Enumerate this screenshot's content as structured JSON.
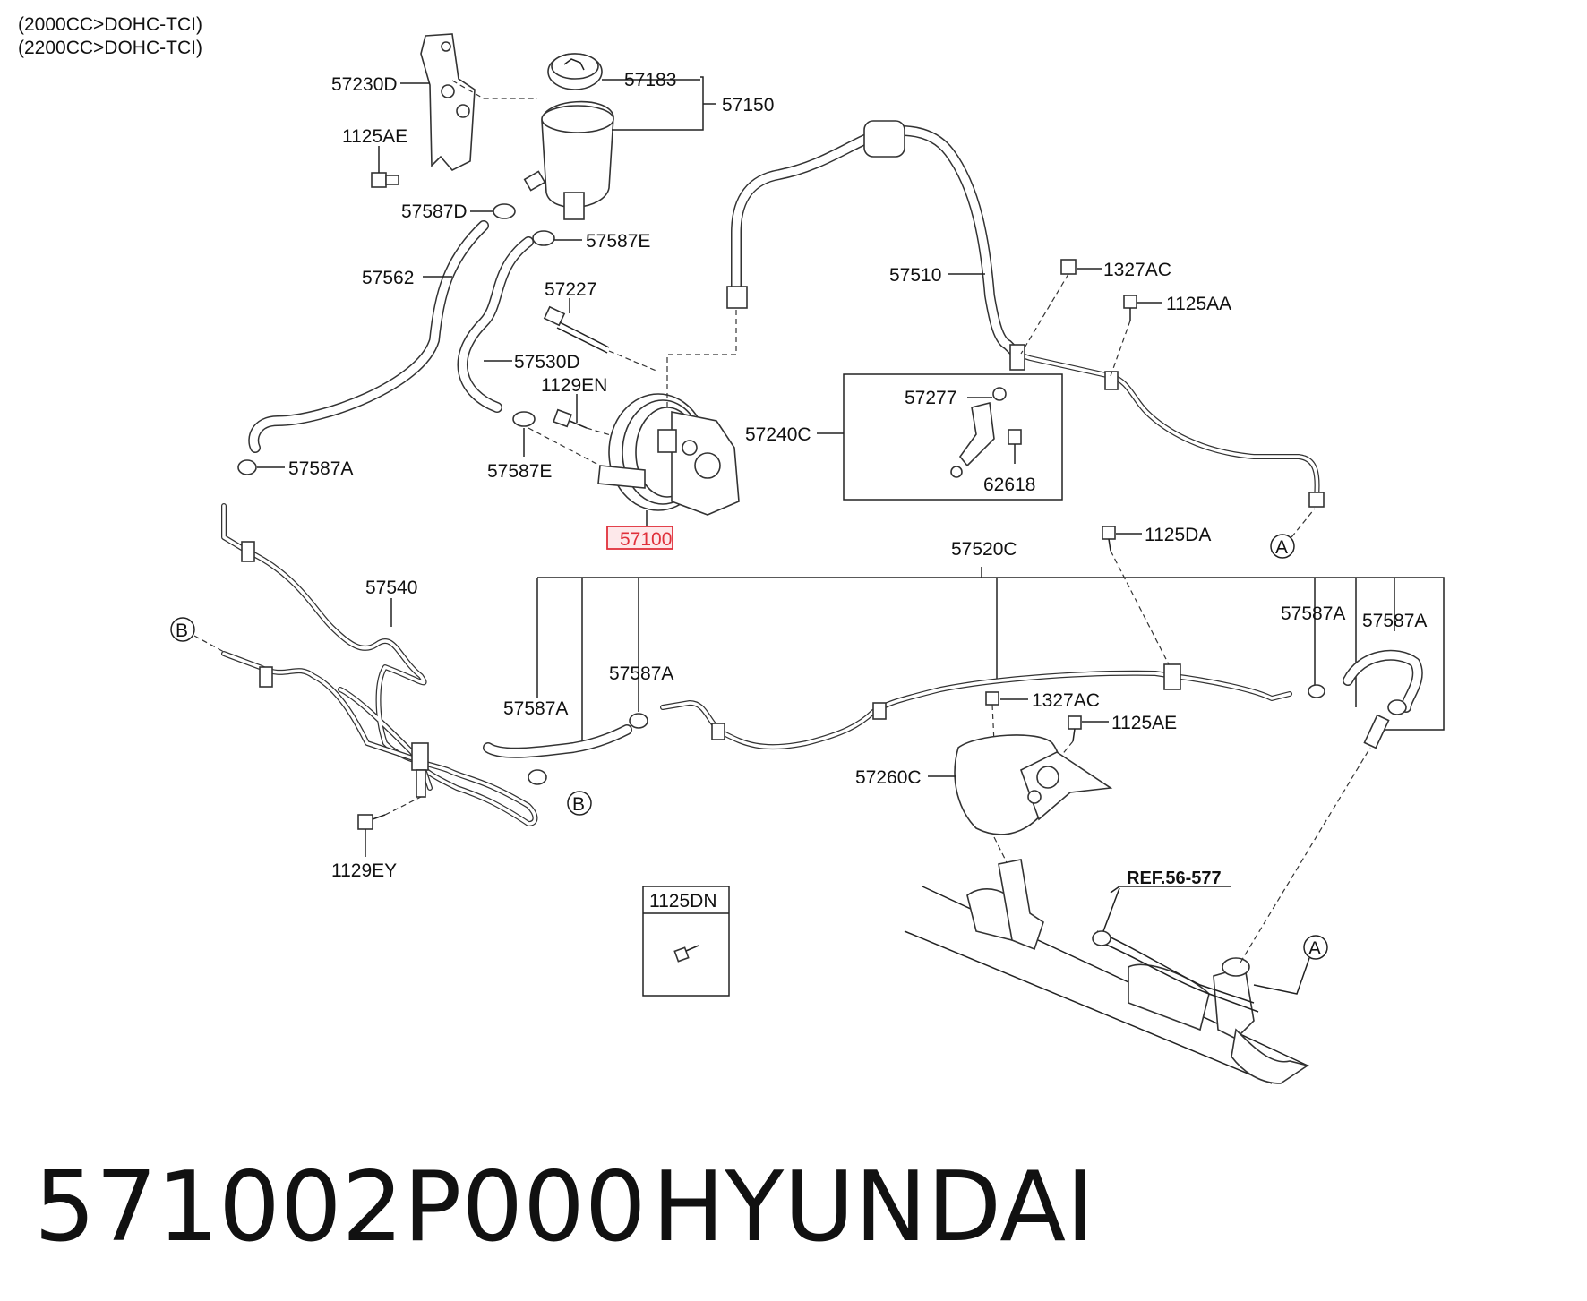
{
  "header": {
    "engine_1": "(2000CC>DOHC-TCI)",
    "engine_2": "(2200CC>DOHC-TCI)"
  },
  "part_labels": {
    "p57230D": "57230D",
    "p57183": "57183",
    "p57150": "57150",
    "p1125AE_top": "1125AE",
    "p57587D": "57587D",
    "p57587E_top": "57587E",
    "p57562": "57562",
    "p57227": "57227",
    "p57510": "57510",
    "p1327AC_top": "1327AC",
    "p1125AA": "1125AA",
    "p57530D": "57530D",
    "p1129EN": "1129EN",
    "p57277": "57277",
    "p57240C": "57240C",
    "p62618": "62618",
    "p57587A_left": "57587A",
    "p57587E_mid": "57587E",
    "p57100": "57100",
    "p1125DA": "1125DA",
    "p57520C": "57520C",
    "p57540": "57540",
    "p57587A_right1": "57587A",
    "p57587A_right2": "57587A",
    "p57587A_center": "57587A",
    "p57587A_lower": "57587A",
    "p1327AC_mid": "1327AC",
    "p1125AE_mid": "1125AE",
    "p57260C": "57260C",
    "p1129EY": "1129EY",
    "p1125DN": "1125DN",
    "ref": "REF.56-577"
  },
  "connectors": {
    "A1": "A",
    "A2": "A",
    "B1": "B",
    "B2": "B"
  },
  "highlight_color": "#e0303a",
  "footer": {
    "part_number": "571002P000",
    "brand": "HYUNDAI"
  }
}
